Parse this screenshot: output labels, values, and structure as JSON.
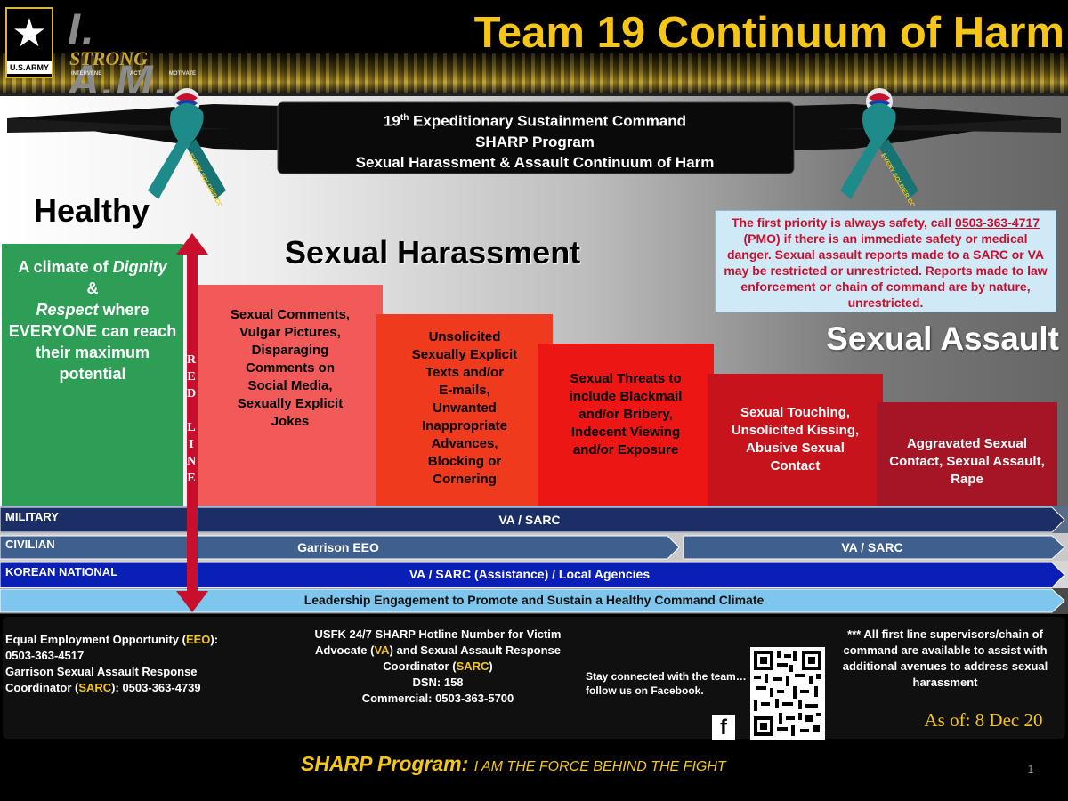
{
  "header": {
    "army_star": "★",
    "army_label": "U.S.ARMY",
    "iam": "I. A.M.",
    "strong": "STRONG",
    "iam_sub": [
      "INTERVENE",
      "ACT",
      "MOTIVATE"
    ],
    "title": "Team 19 Continuum of Harm"
  },
  "banner": {
    "line1_prefix": "19",
    "line1_sup": "th",
    "line1_suffix": " Expeditionary Sustainment Command",
    "line2": "SHARP Program",
    "line3": "Sexual Harassment & Assault Continuum of Harm",
    "ribbon_text": "EVERY SOLDIER COUNTS"
  },
  "sections": {
    "healthy": "Healthy",
    "sexual_harassment": "Sexual Harassment",
    "sexual_assault": "Sexual Assault"
  },
  "priority_box": {
    "before": "The first priority is always safety, call ",
    "phone": "0503-363-4717",
    "after": " (PMO) if there is an immediate safety or medical danger.  Sexual assault reports made to a SARC or VA may be restricted or unrestricted.  Reports made to law enforcement or chain of command are by nature, unrestricted."
  },
  "columns": {
    "healthy": {
      "l1": "A climate of ",
      "dignity": "Dignity",
      "l2": "&",
      "respect": "Respect",
      "l3": " where EVERYONE can reach their maximum potential"
    },
    "c1": [
      "Sexual Comments,",
      "Vulgar Pictures,",
      "Disparaging",
      "Comments on",
      "Social Media,",
      "Sexually Explicit",
      "Jokes"
    ],
    "c2": [
      "Unsolicited",
      "Sexually Explicit",
      "Texts and/or",
      "E-mails,",
      "Unwanted",
      "Inappropriate",
      "Advances,",
      "Blocking or",
      "Cornering"
    ],
    "c3": [
      "Sexual Threats to",
      "include Blackmail",
      "and/or Bribery,",
      "Indecent Viewing",
      "and/or Exposure"
    ],
    "c4": [
      "Sexual Touching,",
      "Unsolicited Kissing,",
      "Abusive Sexual",
      "Contact"
    ],
    "c5": [
      "Aggravated Sexual",
      "Contact, Sexual Assault,",
      "Rape"
    ]
  },
  "red_line": [
    "R",
    "E",
    "D",
    "L",
    "I",
    "N",
    "E"
  ],
  "rows": {
    "military": {
      "label": "MILITARY",
      "bar": "VA / SARC"
    },
    "civilian": {
      "label": "CIVILIAN",
      "bar_left": "Garrison EEO",
      "bar_right": "VA / SARC"
    },
    "korean": {
      "label": "KOREAN NATIONAL",
      "bar": "VA / SARC (Assistance) / Local Agencies"
    },
    "leadership": {
      "bar": "Leadership Engagement to Promote and Sustain a Healthy Command Climate"
    }
  },
  "footer": {
    "left": {
      "l1a": "Equal Employment Opportunity (",
      "l1b": "EEO",
      "l1c": "):",
      "l2": "0503-363-4517",
      "l3": "Garrison Sexual Assault Response",
      "l4a": "Coordinator (",
      "l4b": "SARC",
      "l4c": "): 0503-363-4739"
    },
    "center": {
      "l1": "USFK 24/7 SHARP Hotline Number for Victim",
      "l2a": "Advocate (",
      "l2b": "VA",
      "l2c": ") and Sexual Assault Response",
      "l3a": "Coordinator (",
      "l3b": "SARC",
      "l3c": ")",
      "l4": "DSN: 158",
      "l5": "Commercial: 0503-363-5700"
    },
    "stay": "Stay connected with the team… follow us on Facebook.",
    "fb": "f",
    "supervisors": "*** All first line supervisors/chain of command are available to assist with additional avenues to address sexual harassment",
    "as_of": "As of: 8 Dec 20",
    "tagline_main": "SHARP Program: ",
    "tagline_small": "I AM THE FORCE BEHIND THE FIGHT",
    "page": "1"
  },
  "colors": {
    "gold": "#f5c518",
    "healthy_green": "#2e9e57",
    "military_bar": "#1b2f66",
    "civilian_bar": "#3f5f8f",
    "korean_bar": "#0a1fb5",
    "leadership_bar": "#7fc6ee",
    "red_line": "#c8102e"
  }
}
